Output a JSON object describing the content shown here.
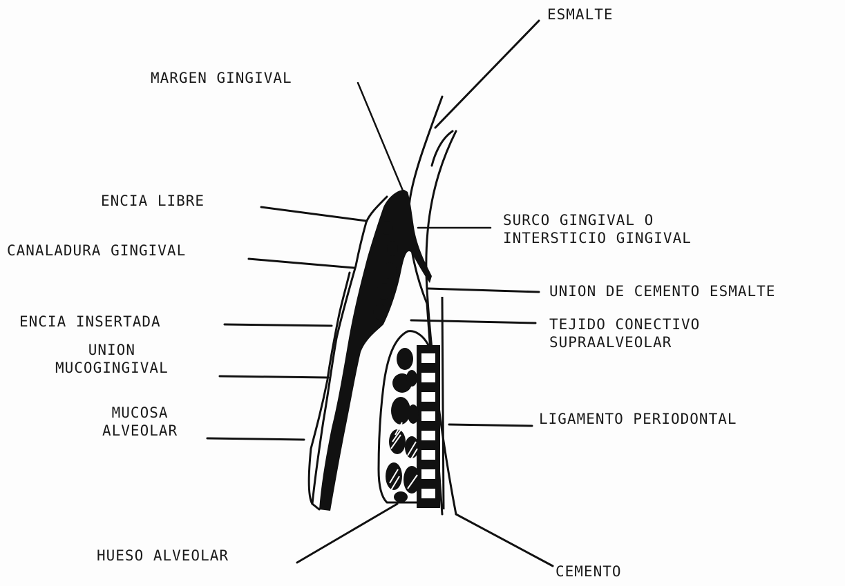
{
  "colors": {
    "ink": "#111111",
    "paper": "#fdfdfd",
    "bone_fill": "#ffffff"
  },
  "labels": {
    "esmalte": "ESMALTE",
    "margen_gingival": "MARGEN GINGIVAL",
    "encia_libre": "ENCIA LIBRE",
    "canaladura_gingival": "CANALADURA GINGIVAL",
    "encia_insertada": "ENCIA INSERTADA",
    "union_mucogingival": [
      "UNION",
      "MUCOGINGIVAL"
    ],
    "mucosa_alveolar": [
      "MUCOSA",
      "ALVEOLAR"
    ],
    "surco_gingival": [
      "SURCO GINGIVAL O",
      "INTERSTICIO GINGIVAL"
    ],
    "union_cemento_esmalte": "UNION DE CEMENTO ESMALTE",
    "tejido_conectivo": [
      "TEJIDO CONECTIVO",
      "SUPRAALVEOLAR"
    ],
    "ligamento_periodontal": "LIGAMENTO PERIODONTAL",
    "hueso_alveolar": "HUESO ALVEOLAR",
    "cemento": "CEMENTO"
  }
}
